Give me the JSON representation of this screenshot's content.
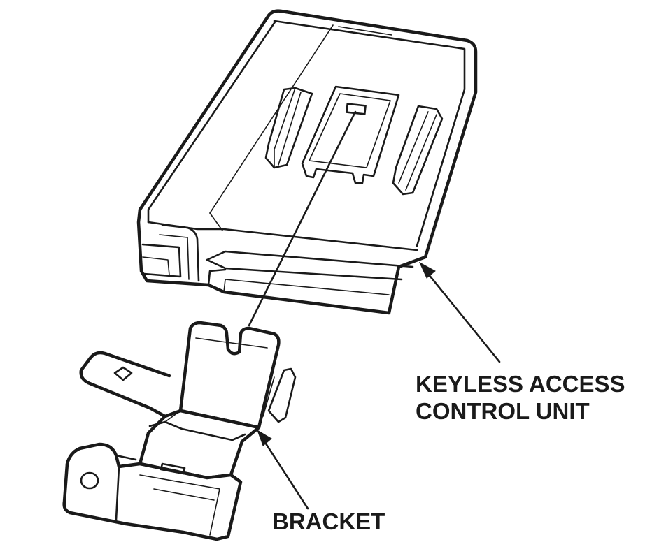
{
  "labels": {
    "control_unit_line1": "KEYLESS ACCESS",
    "control_unit_line2": "CONTROL UNIT",
    "bracket": "BRACKET"
  },
  "colors": {
    "ink": "#1a1a1a",
    "background": "#ffffff"
  }
}
